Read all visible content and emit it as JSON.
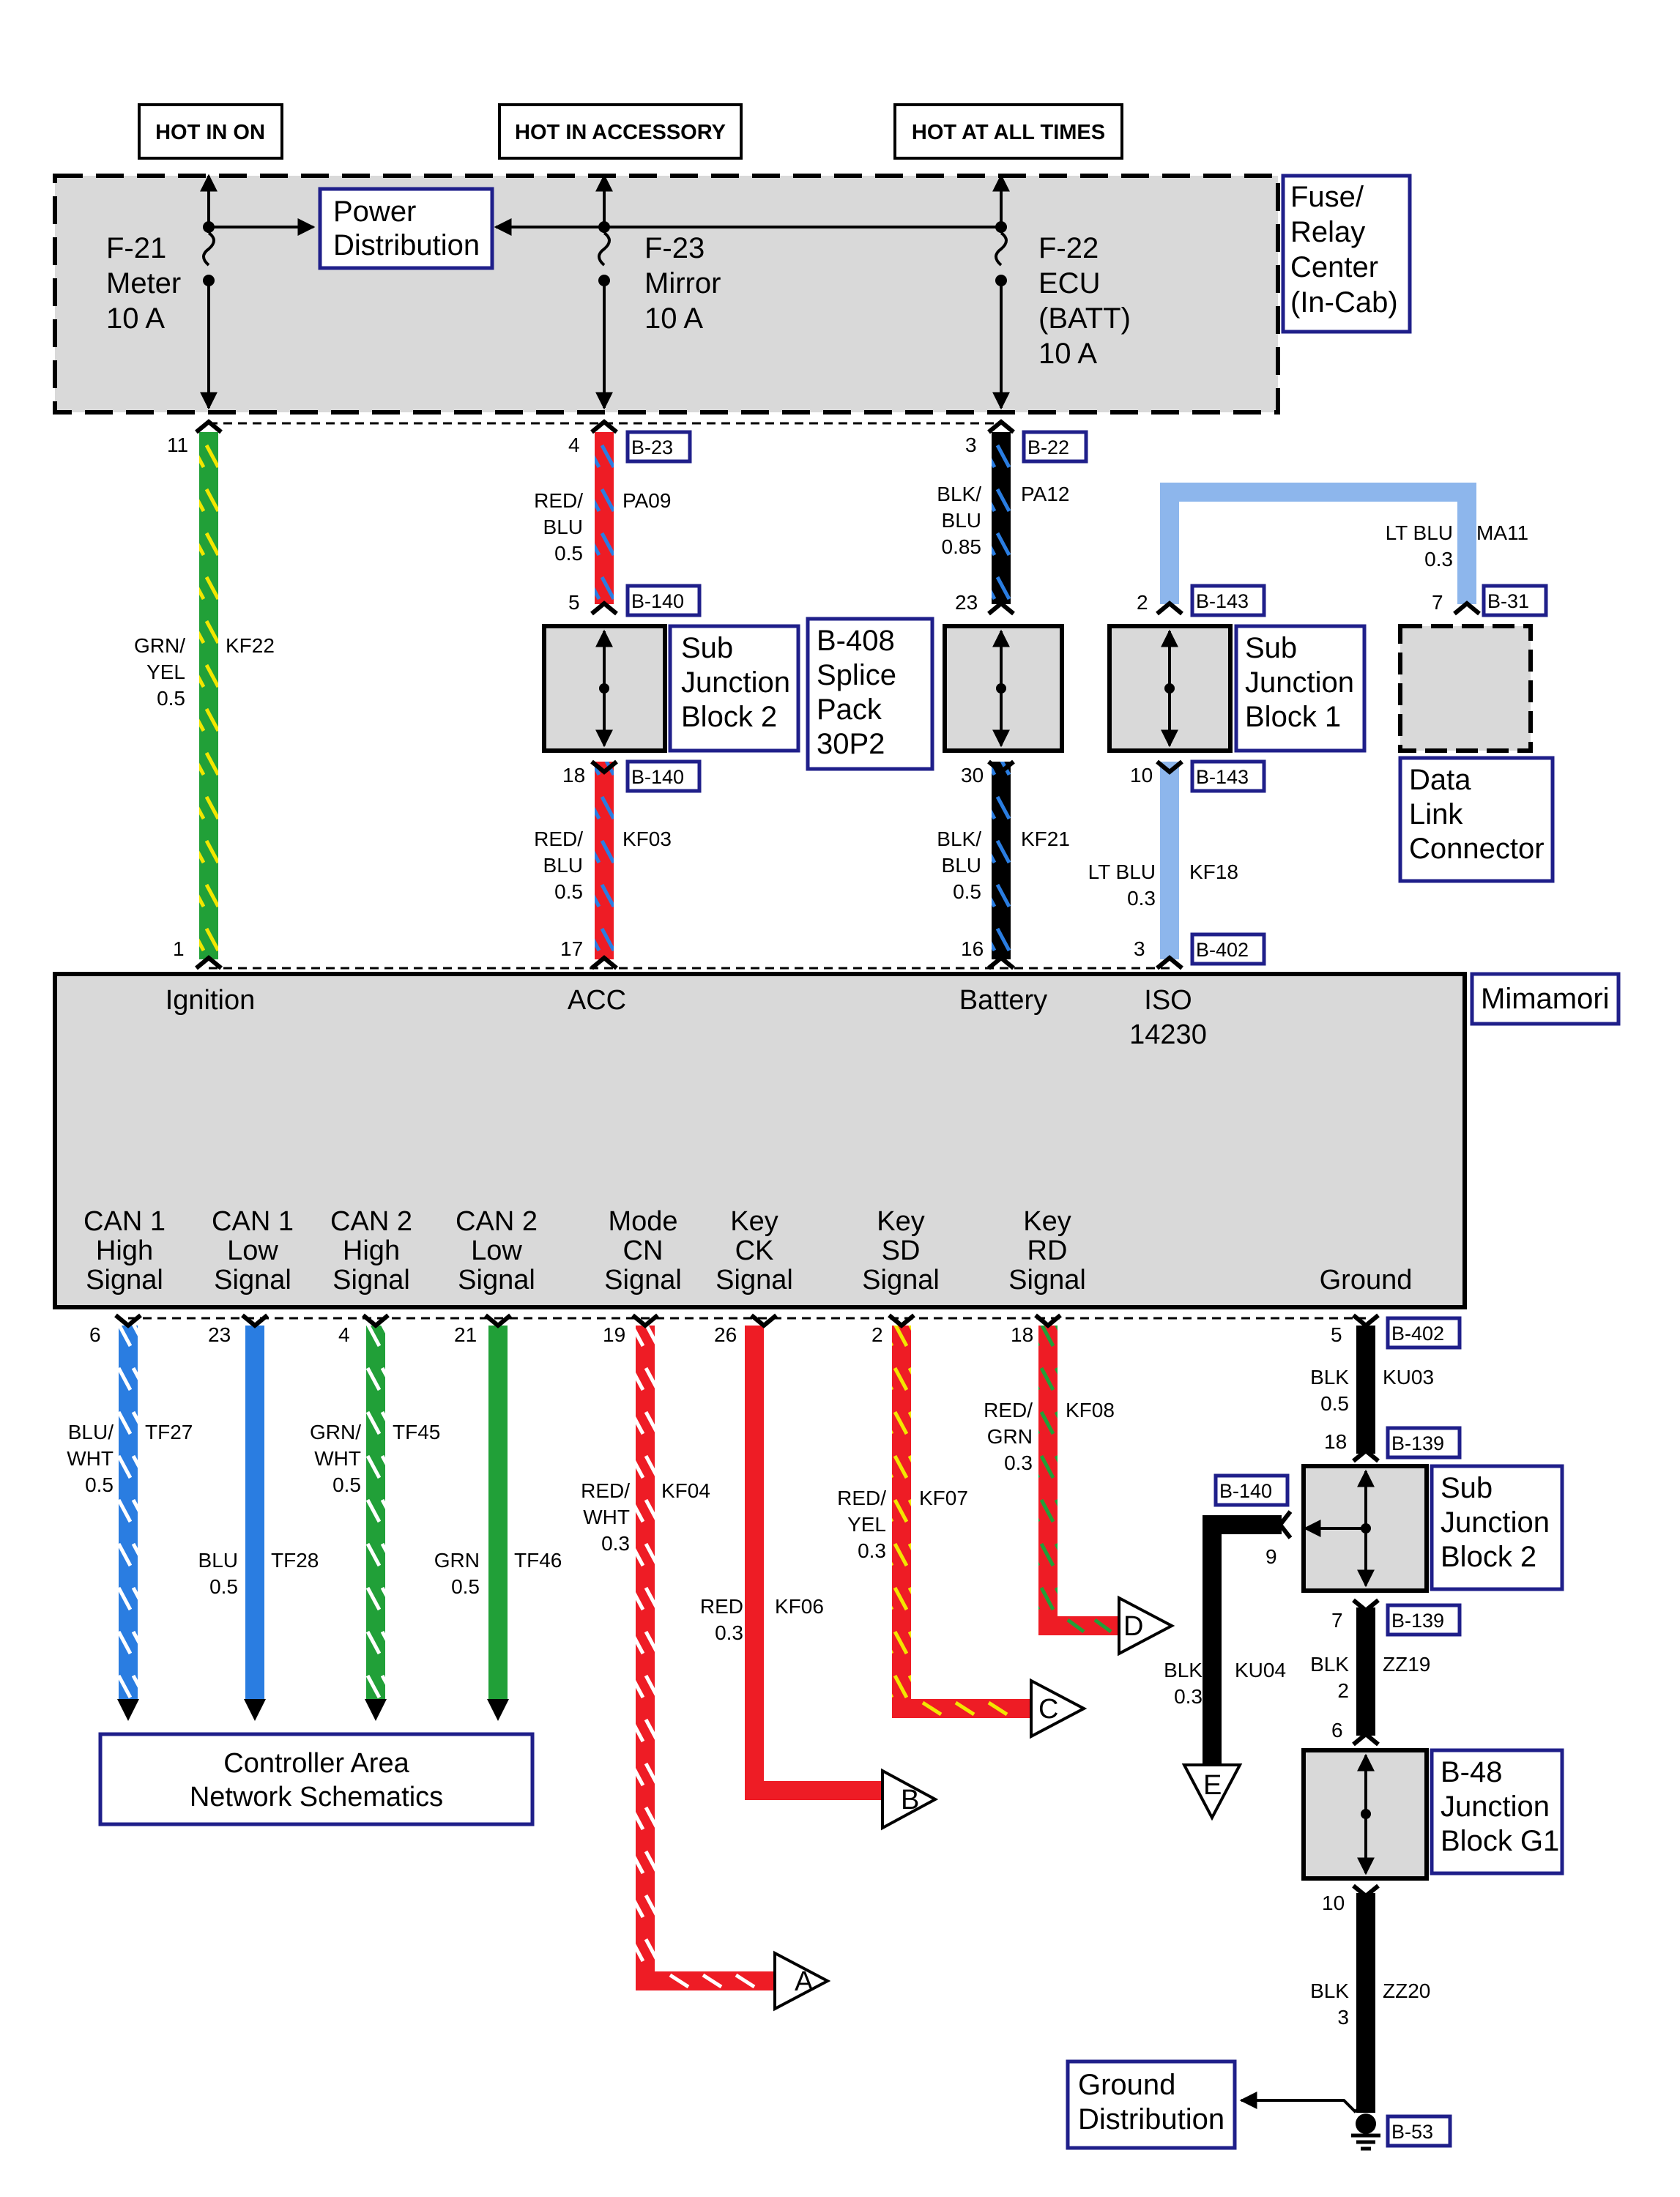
{
  "supplies": {
    "on": "HOT IN ON",
    "accessory": "HOT IN ACCESSORY",
    "all_times": "HOT AT ALL TIMES"
  },
  "fuse_relay_center": [
    "Fuse/",
    "Relay",
    "Center",
    "(In-Cab)"
  ],
  "power_distribution": [
    "Power",
    "Distribution"
  ],
  "fuses": {
    "f21": [
      "F-21",
      "Meter",
      "10 A"
    ],
    "f23": [
      "F-23",
      "Mirror",
      "10 A"
    ],
    "f22": [
      "F-22",
      "ECU",
      "(BATT)",
      "10 A"
    ]
  },
  "connectors": {
    "b23": "B-23",
    "b22": "B-22",
    "b140": "B-140",
    "b143": "B-143",
    "b31": "B-31",
    "b402": "B-402",
    "b139": "B-139",
    "b53": "B-53"
  },
  "pins": {
    "p11": "11",
    "p4": "4",
    "p3": "3",
    "p5": "5",
    "p23": "23",
    "p2": "2",
    "p7": "7",
    "p18": "18",
    "p30": "30",
    "p10": "10",
    "p1": "1",
    "p17": "17",
    "p16": "16",
    "p3b": "3",
    "p6": "6",
    "p23b": "23",
    "p4b": "4",
    "p21": "21",
    "p19": "19",
    "p26": "26",
    "p2b": "2",
    "p18b": "18",
    "p18c": "18",
    "p9": "9",
    "p7b": "7",
    "p6b": "6",
    "p10b": "10"
  },
  "wires": {
    "kf22": {
      "color": [
        "GRN/",
        "YEL",
        "0.5"
      ],
      "id": "KF22"
    },
    "pa09": {
      "color": [
        "RED/",
        "BLU",
        "0.5"
      ],
      "id": "PA09"
    },
    "pa12": {
      "color": [
        "BLK/",
        "BLU",
        "0.85"
      ],
      "id": "PA12"
    },
    "ma11": {
      "color": [
        "LT BLU",
        "0.3"
      ],
      "id": "MA11"
    },
    "kf03": {
      "color": [
        "RED/",
        "BLU",
        "0.5"
      ],
      "id": "KF03"
    },
    "kf21": {
      "color": [
        "BLK/",
        "BLU",
        "0.5"
      ],
      "id": "KF21"
    },
    "kf18": {
      "color": [
        "LT BLU",
        "0.3"
      ],
      "id": "KF18"
    },
    "tf27": {
      "color": [
        "BLU/",
        "WHT",
        "0.5"
      ],
      "id": "TF27"
    },
    "tf28": {
      "color": [
        "BLU",
        "0.5"
      ],
      "id": "TF28"
    },
    "tf45": {
      "color": [
        "GRN/",
        "WHT",
        "0.5"
      ],
      "id": "TF45"
    },
    "tf46": {
      "color": [
        "GRN",
        "0.5"
      ],
      "id": "TF46"
    },
    "kf04": {
      "color": [
        "RED/",
        "WHT",
        "0.3"
      ],
      "id": "KF04"
    },
    "kf06": {
      "color": [
        "RED",
        "0.3"
      ],
      "id": "KF06"
    },
    "kf07": {
      "color": [
        "RED/",
        "YEL",
        "0.3"
      ],
      "id": "KF07"
    },
    "kf08": {
      "color": [
        "RED/",
        "GRN",
        "0.3"
      ],
      "id": "KF08"
    },
    "ku03": {
      "color": [
        "BLK",
        "0.5"
      ],
      "id": "KU03"
    },
    "ku04": {
      "color": [
        "BLK",
        "0.3"
      ],
      "id": "KU04"
    },
    "zz19": {
      "color": [
        "BLK",
        "2"
      ],
      "id": "ZZ19"
    },
    "zz20": {
      "color": [
        "BLK",
        "3"
      ],
      "id": "ZZ20"
    }
  },
  "blocks": {
    "sub_jb2": [
      "Sub",
      "Junction",
      "Block 2"
    ],
    "splice_pack": [
      "B-408",
      "Splice",
      "Pack",
      "30P2"
    ],
    "sub_jb1": [
      "Sub",
      "Junction",
      "Block 1"
    ],
    "data_link": [
      "Data",
      "Link",
      "Connector"
    ],
    "sub_jb2_gnd": [
      "Sub",
      "Junction",
      "Block 2"
    ],
    "jb_g1": [
      "B-48",
      "Junction",
      "Block G1"
    ],
    "ground_dist": [
      "Ground",
      "Distribution"
    ],
    "can_schematics": [
      "Controller Area",
      "Network Schematics"
    ]
  },
  "module": {
    "name": "Mimamori",
    "ignition": "Ignition",
    "acc": "ACC",
    "battery": "Battery",
    "iso": [
      "ISO",
      "14230"
    ],
    "can1_high": [
      "CAN 1",
      "High",
      "Signal"
    ],
    "can1_low": [
      "CAN 1",
      "Low",
      "Signal"
    ],
    "can2_high": [
      "CAN 2",
      "High",
      "Signal"
    ],
    "can2_low": [
      "CAN 2",
      "Low",
      "Signal"
    ],
    "mode_cn": [
      "Mode",
      "CN",
      "Signal"
    ],
    "key_ck": [
      "Key",
      "CK",
      "Signal"
    ],
    "key_sd": [
      "Key",
      "SD",
      "Signal"
    ],
    "key_rd": [
      "Key",
      "RD",
      "Signal"
    ],
    "ground": "Ground"
  },
  "offpage": {
    "a": "A",
    "b": "B",
    "c": "C",
    "d": "D",
    "e": "E"
  },
  "colors": {
    "red": "#ee1c25",
    "green": "#21a038",
    "blue": "#2a7de1",
    "lt_blue": "#8db6ec",
    "black": "#000000",
    "yellow": "#f2e600",
    "box_fill": "#d9d9d9",
    "label_border": "#1f1f8a"
  }
}
